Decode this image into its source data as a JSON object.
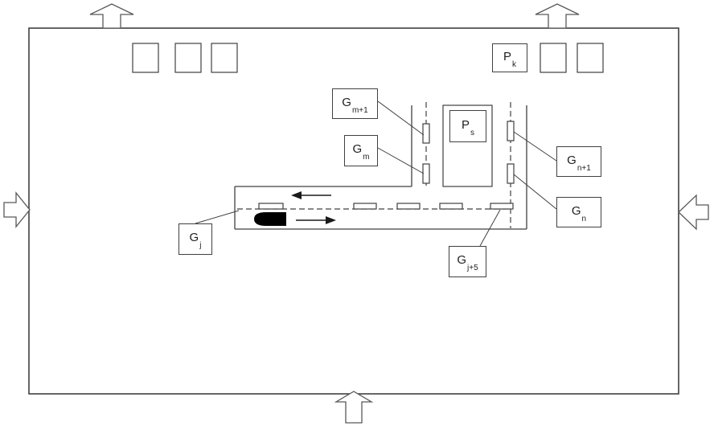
{
  "diagram": {
    "labels": {
      "pk": {
        "main": "P",
        "sub": "k"
      },
      "ps": {
        "main": "P",
        "sub": "s"
      },
      "gm_plus_1": {
        "main": "G",
        "sub": "m+1"
      },
      "gm": {
        "main": "G",
        "sub": "m"
      },
      "gn_plus_1": {
        "main": "G",
        "sub": "n+1"
      },
      "gn": {
        "main": "G",
        "sub": "n"
      },
      "gj": {
        "main": "G",
        "sub": "j"
      },
      "gj_plus_5": {
        "main": "G",
        "sub": "j+5"
      }
    },
    "colors": {
      "line": "#404040",
      "arrow_outline": "#595959",
      "box_fill": "#ffffff",
      "vehicle_fill": "#000000",
      "background": "#ffffff"
    }
  }
}
